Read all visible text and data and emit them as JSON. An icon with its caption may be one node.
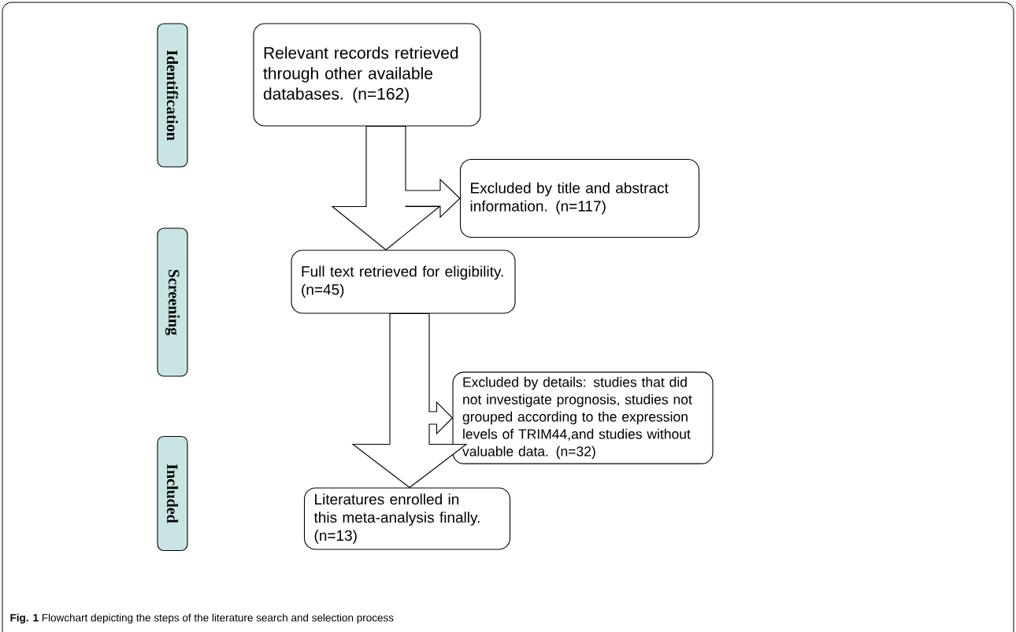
{
  "diagram": {
    "caption": "**Fig. 1** Flowchart depicting the steps of the literature search and selection process",
    "nodes": [
      {
        "text": [
          "Identification"
        ]
      },
      {
        "text": [
          "Screening"
        ]
      },
      {
        "text": [
          "Included"
        ]
      },
      {
        "text": [
          "Relevant records retrieved through other available databases. (n=162)"
        ]
      },
      {
        "text": [
          "Excluded by title and abstract information. (n=117)"
        ]
      },
      {
        "text": [
          "Full text retrieved for eligibility. (n=45)"
        ]
      },
      {
        "text": [
          "Excluded by details: studies that did not investigate prognosis, studies not grouped according to the expression levels of TRIM44,and studies without valuable data. (n=32)"
        ]
      },
      {
        "text": [
          "Literatures enrolled in this meta-analysis finally. (n=13)"
        ]
      }
    ],
    "edges": [
      {
        "from": 3,
        "to": 5,
        "arrow": "to"
      },
      {
        "from": 3,
        "to": 4,
        "arrow": "to"
      },
      {
        "from": 5,
        "to": 6,
        "arrow": "to"
      },
      {
        "from": 5,
        "to": 7,
        "arrow": "to"
      }
    ]
  }
}
